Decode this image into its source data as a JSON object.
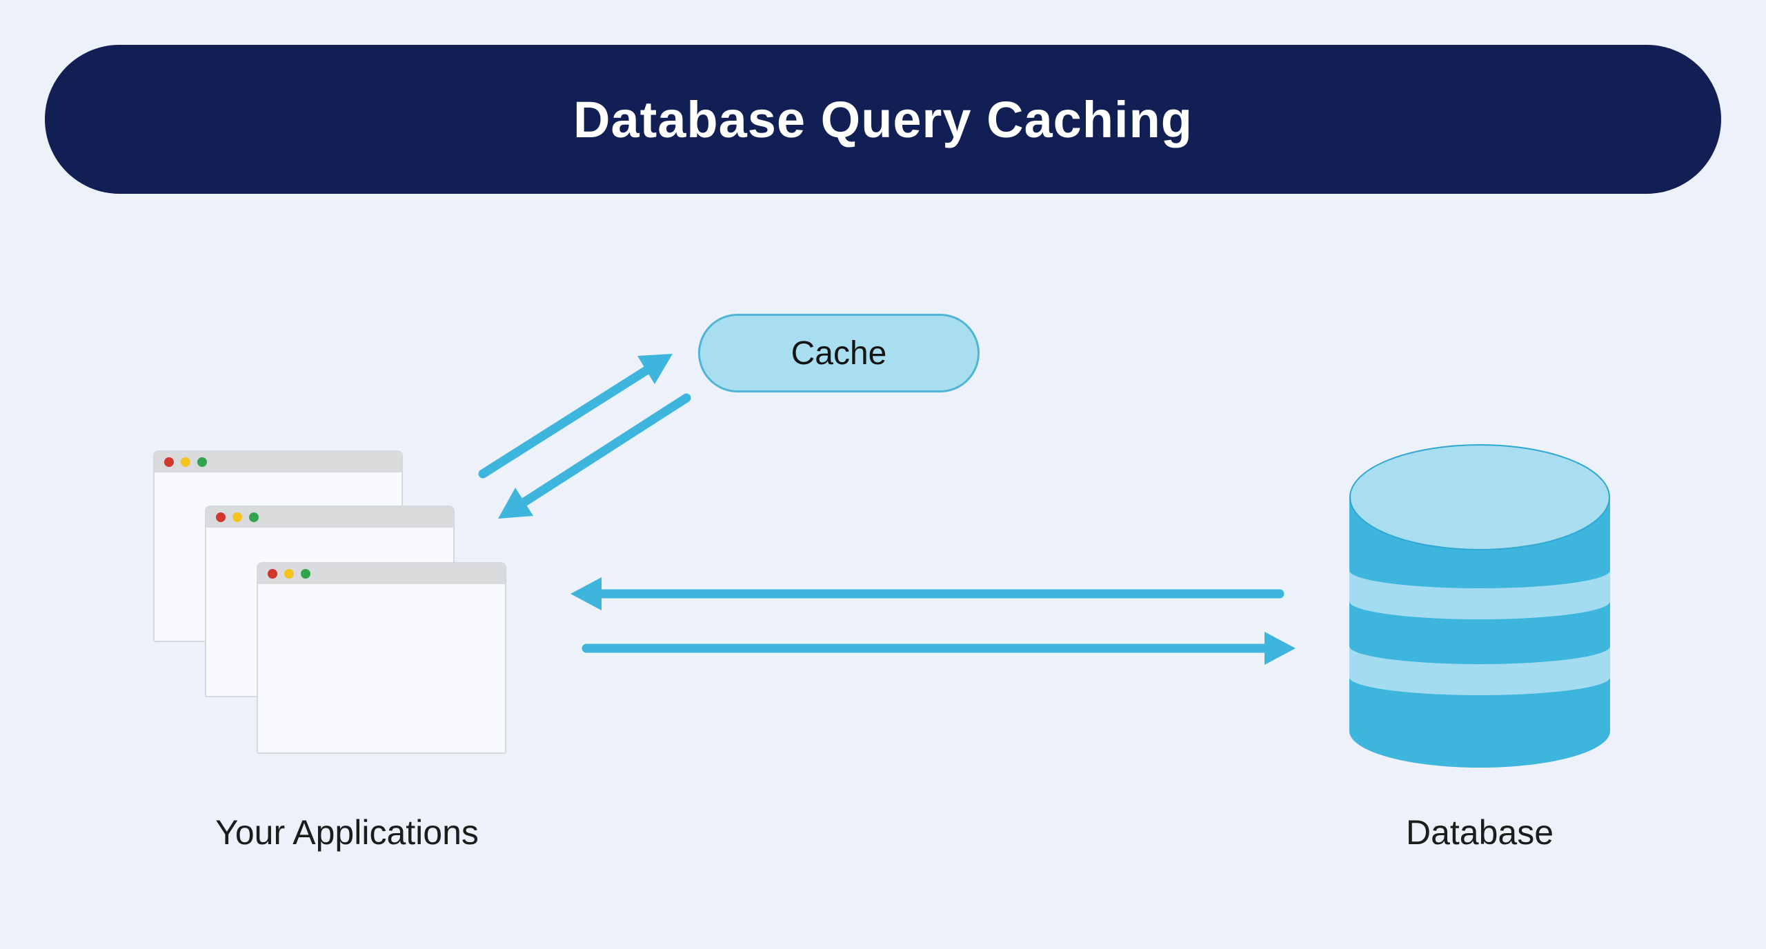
{
  "banner": {
    "title": "Database Query Caching"
  },
  "cache": {
    "label": "Cache"
  },
  "applications": {
    "label": "Your Applications",
    "window_count": 3
  },
  "database": {
    "label": "Database"
  },
  "arrows": [
    {
      "name": "apps-to-cache",
      "direction": "up-right"
    },
    {
      "name": "cache-to-apps",
      "direction": "down-left"
    },
    {
      "name": "database-to-apps",
      "direction": "left"
    },
    {
      "name": "apps-to-database",
      "direction": "right"
    }
  ],
  "colors": {
    "background": "#edf1fa",
    "banner_bg": "#121f55",
    "banner_text": "#ffffff",
    "arrow_blue": "#3eb5dd",
    "cache_fill": "#a9def1",
    "cache_border": "#4db5d7",
    "db_body": "#3eb5dd",
    "db_top_face": "#a9def1",
    "db_stripe": "#a3dcf0",
    "window_titlebar": "#dadbdd",
    "window_body": "#f8fafd",
    "dot_red": "#d2372e",
    "dot_yellow": "#f6c41f",
    "dot_green": "#32a44f",
    "label_text": "#1c1c1c"
  }
}
